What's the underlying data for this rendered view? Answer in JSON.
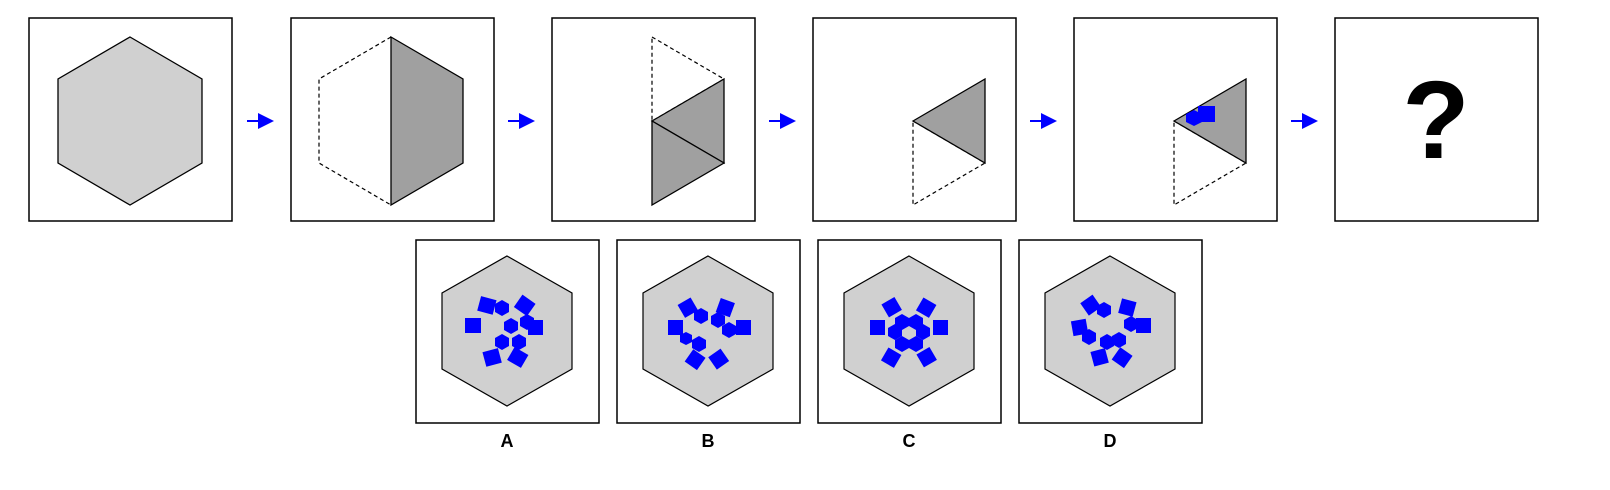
{
  "puzzle": {
    "question_mark": "?",
    "options": [
      {
        "label": "A"
      },
      {
        "label": "B"
      },
      {
        "label": "C"
      },
      {
        "label": "D"
      }
    ]
  },
  "colors": {
    "hexagon_fill": "#d0d0d0",
    "fold_fill": "#a0a0a0",
    "cut_color": "#0000ff",
    "arrow_color": "#0000ff",
    "outline": "#000000"
  }
}
